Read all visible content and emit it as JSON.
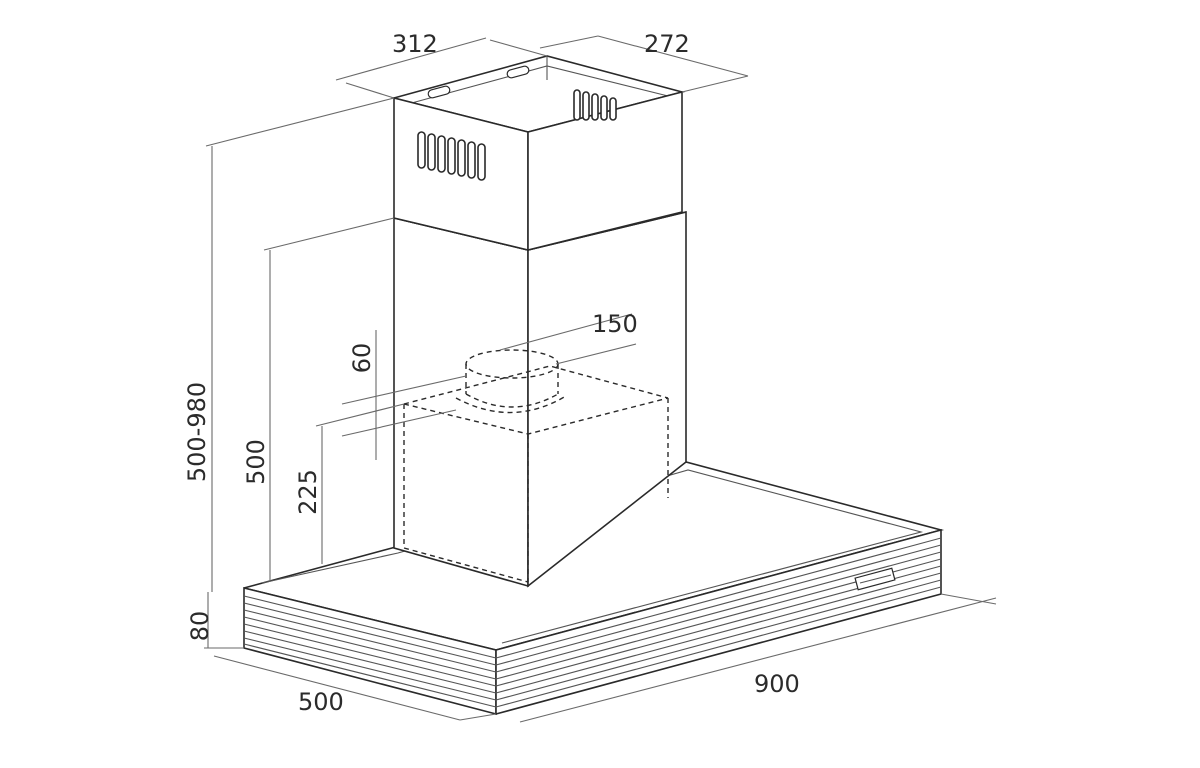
{
  "dimensions": {
    "chimney_width": "312",
    "chimney_depth": "272",
    "total_height": "500-980",
    "height_500": "500",
    "height_225": "225",
    "outlet_60": "60",
    "outlet_150": "150",
    "canopy_thickness": "80",
    "depth": "500",
    "width": "900"
  }
}
